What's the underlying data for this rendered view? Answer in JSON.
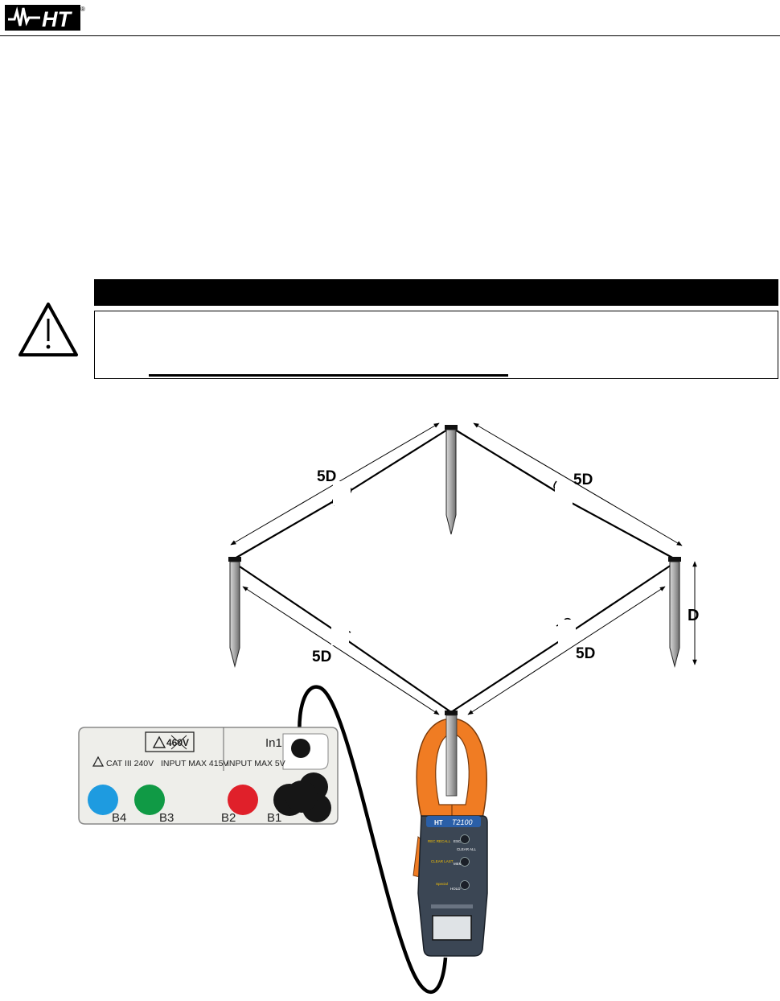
{
  "brand": {
    "logo_text": "HT",
    "registered": "®"
  },
  "diagram": {
    "distance_labels": {
      "top_left": "5D",
      "top_right": "5D",
      "bottom_left": "5D",
      "bottom_right": "5D"
    },
    "depth_label": "D",
    "instrument": {
      "badge_voltage": "460V",
      "input_label": "In1",
      "cat_rating": "CAT III 240V",
      "input_max_left": "INPUT MAX 415V",
      "input_max_right": "INPUT MAX 5V",
      "terminals": [
        {
          "label": "B4",
          "color": "#1e9be0"
        },
        {
          "label": "B3",
          "color": "#109a45"
        },
        {
          "label": "B2",
          "color": "#e0202a"
        },
        {
          "label": "B1",
          "color": "#161616"
        }
      ]
    },
    "clamp": {
      "model": "T2100",
      "brand": "HT",
      "recall_label": "REC RECALL",
      "esc_label": "ESC",
      "clear_label": "CLEAR ALL",
      "clear_last_label": "CLEAR LAST",
      "mem_label": "MEM",
      "special_label": "Special",
      "hold_label": "HOLD",
      "accent": "#f07c23"
    }
  }
}
